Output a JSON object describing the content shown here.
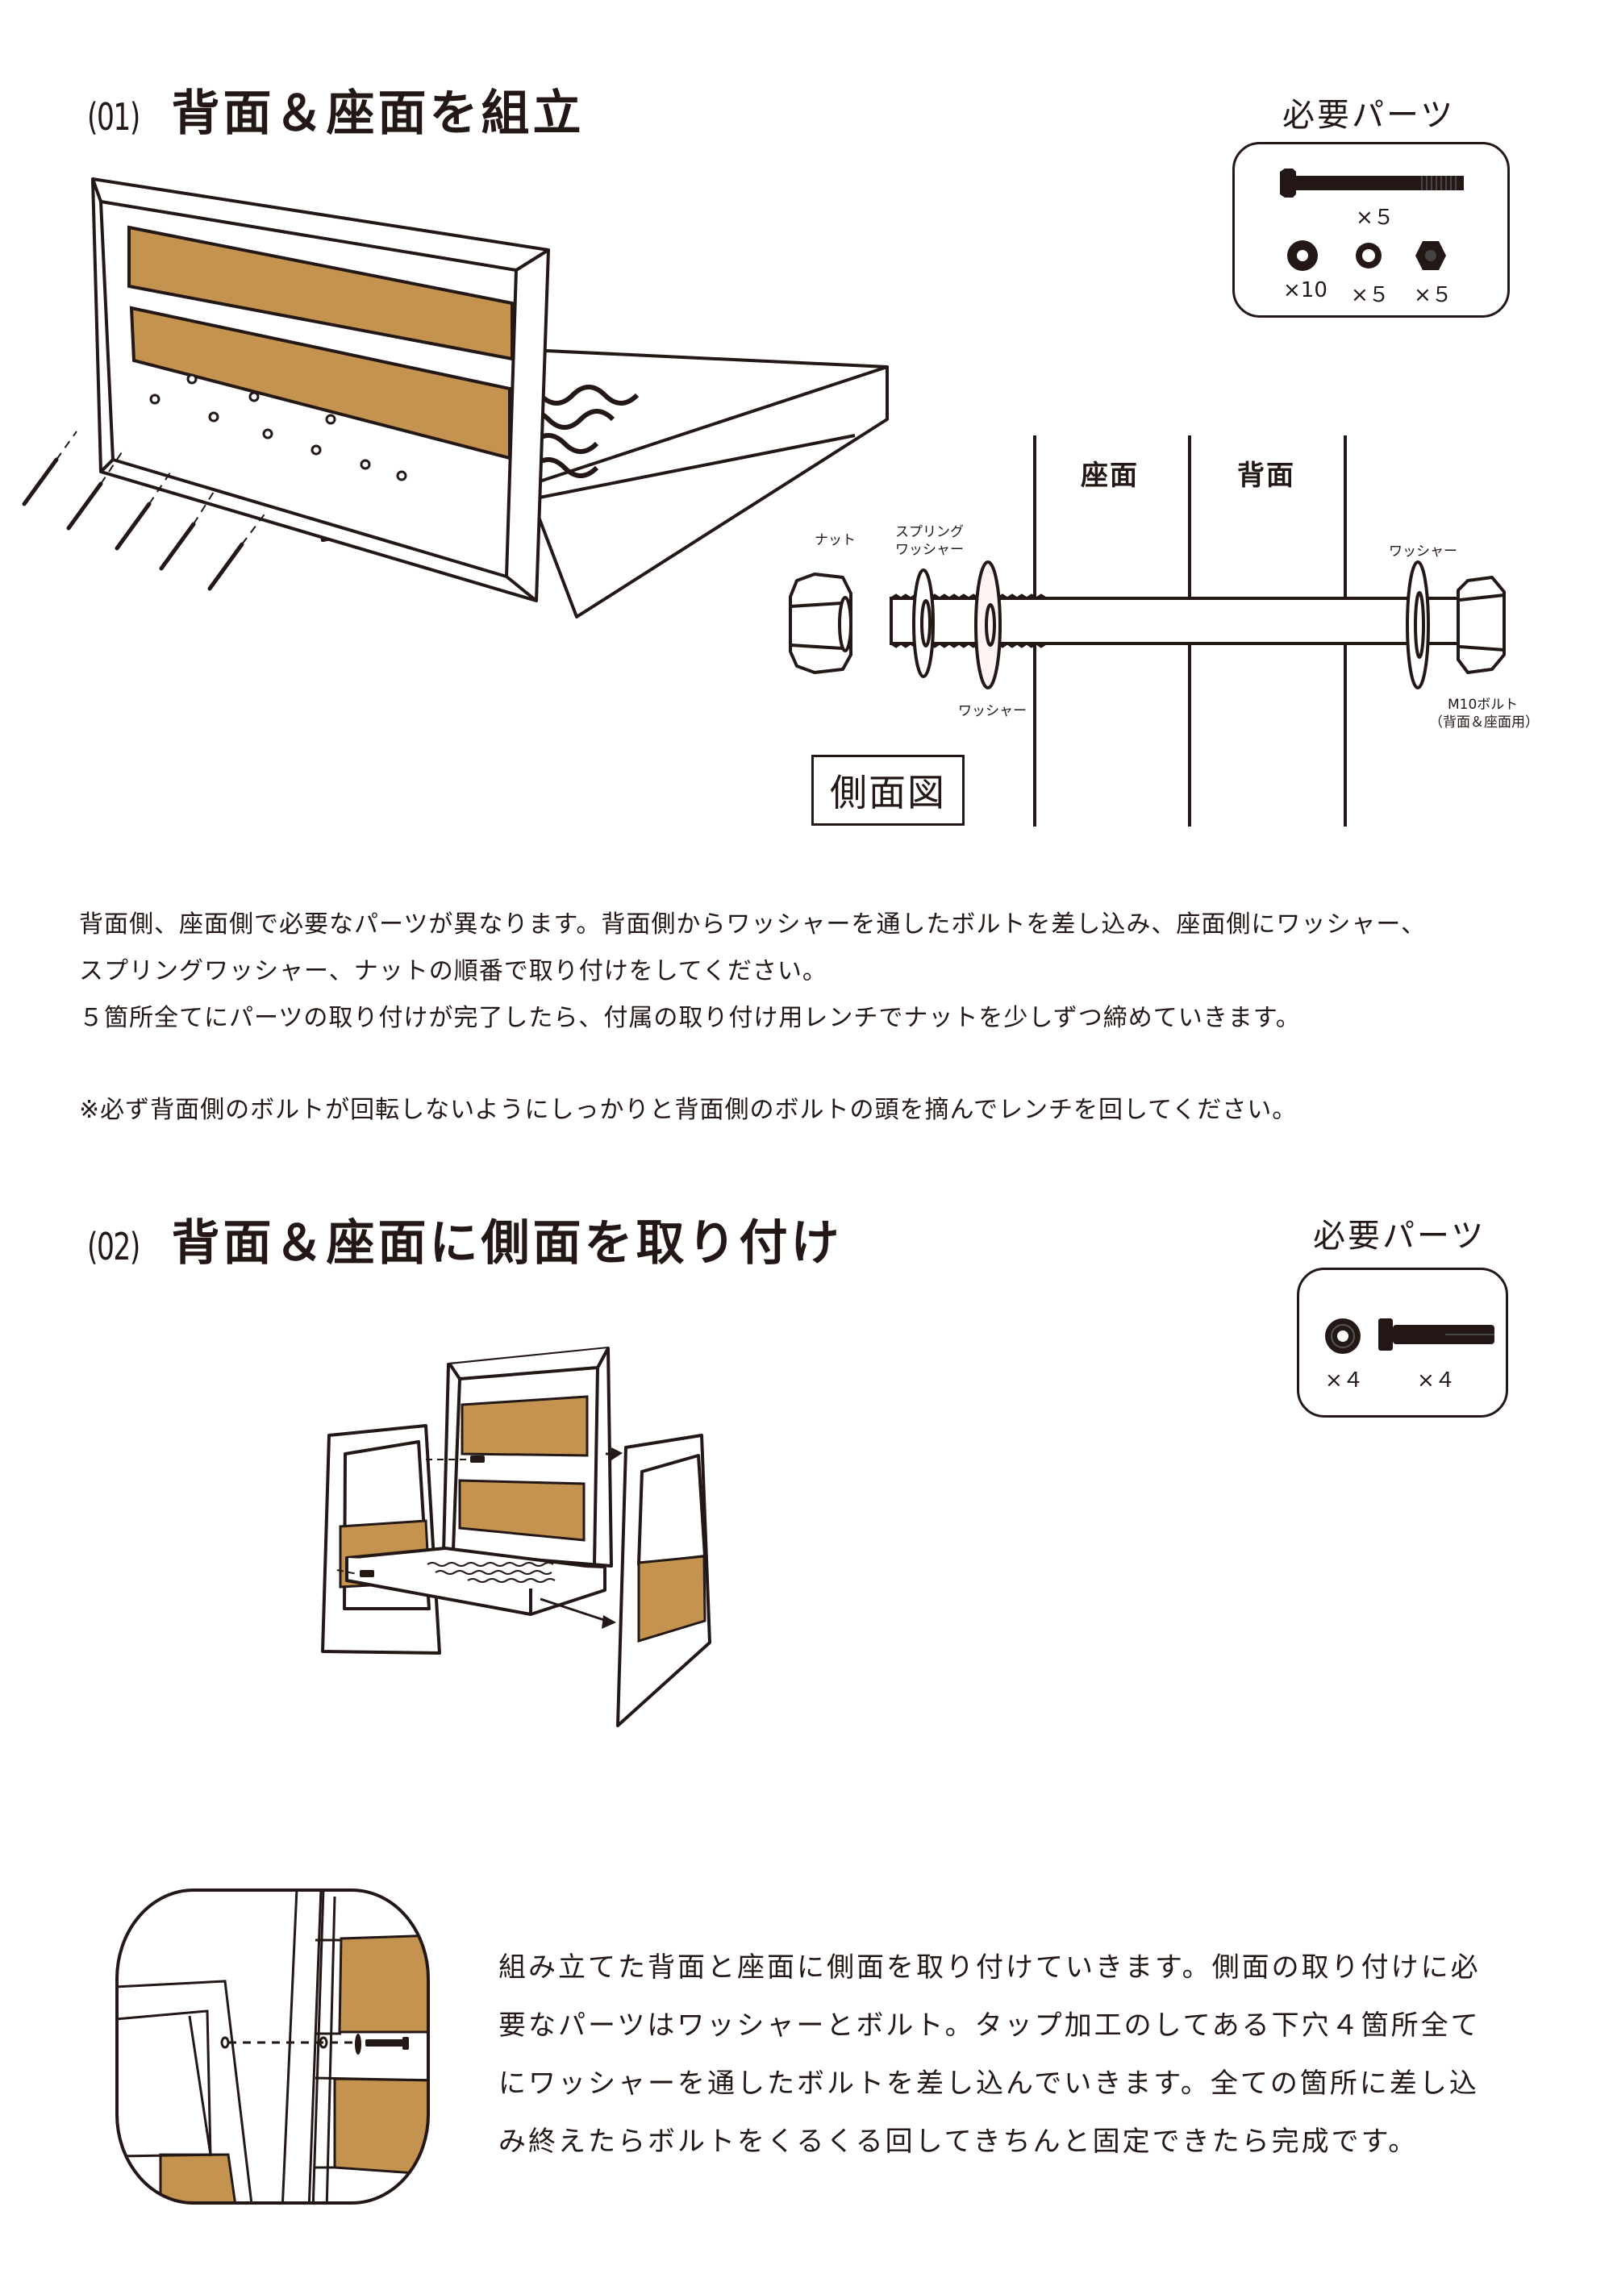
{
  "colors": {
    "line": "#231815",
    "wood": "#C4934F",
    "background": "#FFFFFF"
  },
  "step1": {
    "number": "01",
    "title": "背面＆座面を組立",
    "parts": {
      "title": "必要パーツ",
      "items": [
        {
          "name": "M10 bolt",
          "icon": "long-bolt-icon",
          "qty": "×５"
        },
        {
          "name": "washer",
          "icon": "washer-icon",
          "qty": "×10"
        },
        {
          "name": "spring washer",
          "icon": "spring-washer-icon",
          "qty": "×５"
        },
        {
          "name": "nut",
          "icon": "hex-nut-icon",
          "qty": "×５"
        }
      ]
    },
    "side_view": {
      "box_label": "側面図",
      "column_labels": [
        "座面",
        "背面"
      ],
      "labels": {
        "nut": "ナット",
        "spring_washer_line1": "スプリング",
        "spring_washer_line2": "ワッシャー",
        "washer_bottom": "ワッシャー",
        "washer_right": "ワッシャー",
        "bolt_line1": "M10ボルト",
        "bolt_line2": "（背面＆座面用）"
      }
    },
    "instructions": [
      "背面側、座面側で必要なパーツが異なります。背面側からワッシャーを通したボルトを差し込み、座面側にワッシャー、",
      "スプリングワッシャー、ナットの順番で取り付けをしてください。",
      "５箇所全てにパーツの取り付けが完了したら、付属の取り付け用レンチでナットを少しずつ締めていきます。"
    ],
    "note": "※必ず背面側のボルトが回転しないようにしっかりと背面側のボルトの頭を摘んでレンチを回してください。"
  },
  "step2": {
    "number": "02",
    "title": "背面＆座面に側面を取り付け",
    "parts": {
      "title": "必要パーツ",
      "items": [
        {
          "name": "washer",
          "icon": "washer-icon",
          "qty": "×４"
        },
        {
          "name": "bolt",
          "icon": "short-bolt-icon",
          "qty": "×４"
        }
      ]
    },
    "instructions": [
      "組み立てた背面と座面に側面を取り付けていきます。側面の取り付けに必",
      "要なパーツはワッシャーとボルト。タップ加工のしてある下穴４箇所全て",
      "にワッシャーを通したボルトを差し込んでいきます。全ての箇所に差し込",
      "み終えたらボルトをくるくる回してきちんと固定できたら完成です。"
    ]
  }
}
